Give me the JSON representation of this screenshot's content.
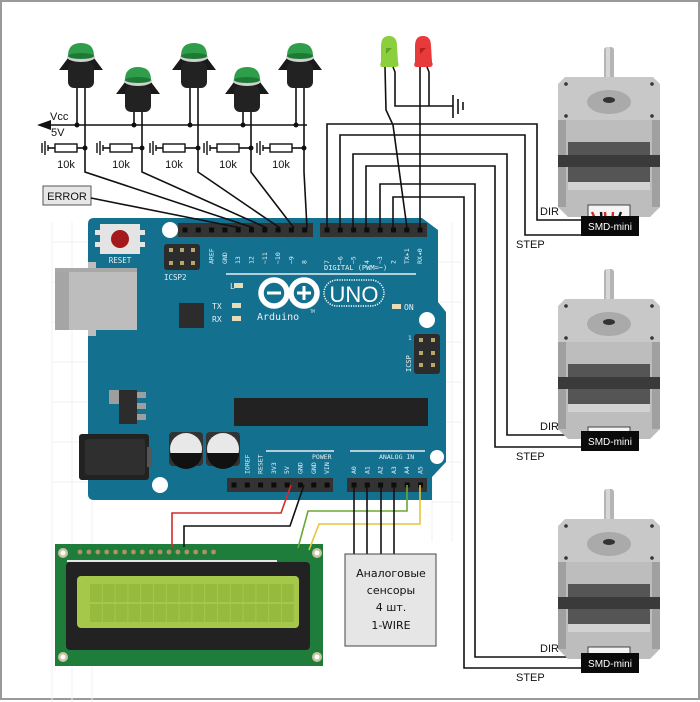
{
  "diagram": {
    "title": "Arduino UNO wiring: buttons, LEDs, stepper drivers, LCD, analog sensors",
    "colors": {
      "board": "#14708f",
      "button_green": "#2e9e4a",
      "led_green": "#8ccf3c",
      "led_red": "#e83a3a",
      "lcd_pcb": "#1f7d3c",
      "lcd_screen": "#a5c84a",
      "wire_black": "#111111",
      "wire_red": "#d62a2a",
      "wire_green": "#6aa834",
      "wire_yellow": "#e8c43a",
      "motor_gray": "#b9b9b9",
      "frame": "#9a9a9a"
    },
    "power": {
      "vcc_label": "Vcc",
      "voltage_label": "5V"
    },
    "resistors": [
      "10k",
      "10k",
      "10k",
      "10k",
      "10k"
    ],
    "buttons": [
      {
        "name": "button-1"
      },
      {
        "name": "button-2"
      },
      {
        "name": "button-3"
      },
      {
        "name": "button-4"
      },
      {
        "name": "button-5"
      }
    ],
    "error_label": "ERROR",
    "leds": [
      {
        "name": "led-green",
        "color": "green"
      },
      {
        "name": "led-red",
        "color": "red"
      }
    ],
    "arduino": {
      "reset_label": "RESET",
      "icsp2_label": "ICSP2",
      "icsp_label": "ICSP",
      "icsp_pin1": "1",
      "logo_text": "Arduino",
      "tm": "TM",
      "model": "UNO",
      "led_l": "L",
      "led_tx": "TX",
      "led_rx": "RX",
      "led_on": "ON",
      "digital_label": "DIGITAL (PWM=~)",
      "power_label": "POWER",
      "analog_label": "ANALOG IN",
      "digital_pins_left": [
        "",
        "",
        "AREF",
        "GND",
        "13",
        "12",
        "~11",
        "~10",
        "~9",
        "8"
      ],
      "digital_pins_right": [
        "7",
        "~6",
        "~5",
        "4",
        "~3",
        "2",
        "TX▸1",
        "RX◂0"
      ],
      "power_pins": [
        "",
        "IOREF",
        "RESET",
        "3V3",
        "5V",
        "GND",
        "GND",
        "VIN"
      ],
      "analog_pins": [
        "A0",
        "A1",
        "A2",
        "A3",
        "A4",
        "A5"
      ]
    },
    "motors": [
      {
        "dir_label": "DIR",
        "step_label": "STEP",
        "driver_label": "SMD-mini"
      },
      {
        "dir_label": "DIR",
        "step_label": "STEP",
        "driver_label": "SMD-mini"
      },
      {
        "dir_label": "DIR",
        "step_label": "STEP",
        "driver_label": "SMD-mini"
      }
    ],
    "sensors_box": {
      "line1": "Аналоговые",
      "line2": "сенсоры",
      "line3": "4 шт.",
      "line4": "1-WIRE"
    },
    "lcd": {
      "rows": 2,
      "cols": 16
    }
  }
}
